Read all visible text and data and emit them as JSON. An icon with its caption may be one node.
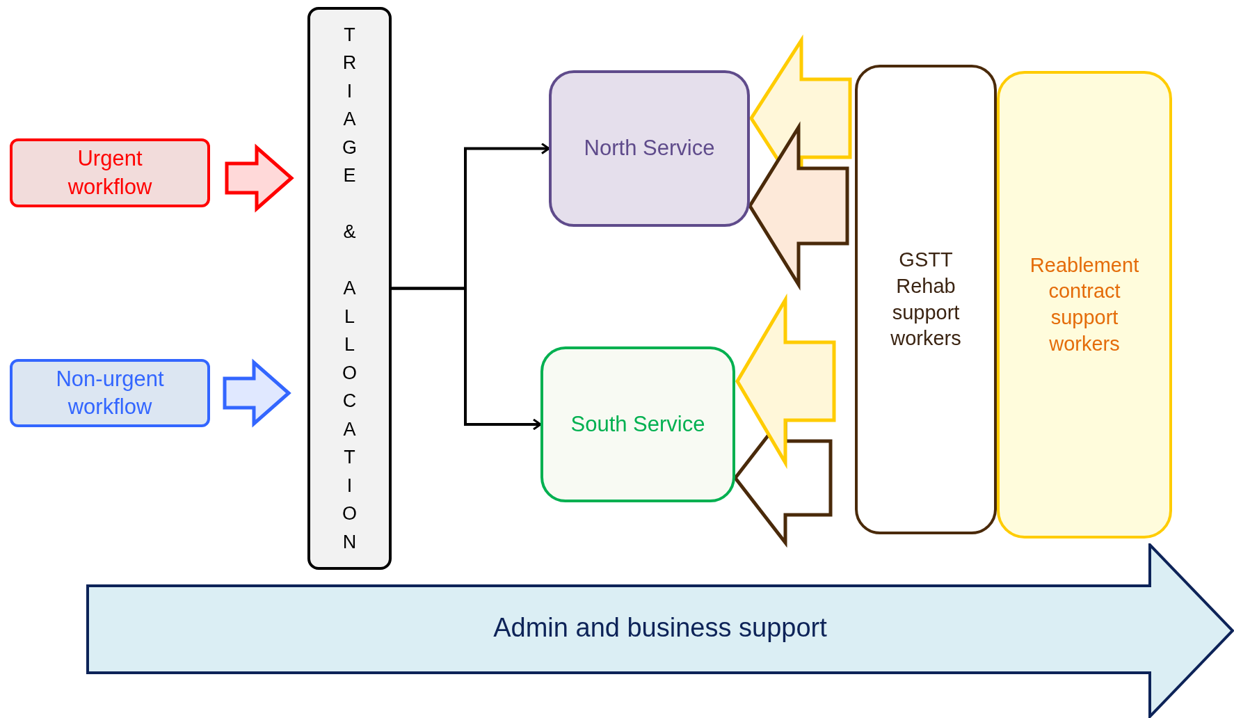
{
  "diagram": {
    "nodes": [
      {
        "text": [
          "Urgent workflow"
        ]
      },
      {
        "text": [
          "Non-urgent workflow"
        ]
      },
      {
        "text": [
          "TRIAGE & ALLOCATION"
        ]
      },
      {
        "text": [
          "North Service"
        ]
      },
      {
        "text": [
          "South Service"
        ]
      },
      {
        "text": [
          "GSTT Rehab support workers"
        ]
      },
      {
        "text": [
          "Reablement contract support workers"
        ]
      },
      {
        "text": [
          "Admin and business support"
        ]
      }
    ],
    "edges": [
      {
        "from": 0,
        "to": 2,
        "arrow": "to",
        "style": "thick",
        "color": "#ff0000"
      },
      {
        "from": 1,
        "to": 2,
        "arrow": "to",
        "style": "thick",
        "color": "#3366ff"
      },
      {
        "from": 2,
        "to": 3,
        "arrow": "to"
      },
      {
        "from": 2,
        "to": 4,
        "arrow": "to"
      },
      {
        "from": null,
        "to": 3,
        "arrow": "to",
        "style": "thick",
        "color": "#ffcc00"
      },
      {
        "from": 5,
        "to": 3,
        "arrow": "to",
        "style": "thick",
        "color": "#4a2a0a"
      },
      {
        "from": 5,
        "to": 4,
        "arrow": "to",
        "style": "thick",
        "color": "#4a2a0a"
      },
      {
        "from": null,
        "to": 4,
        "arrow": "to",
        "style": "thick",
        "color": "#ffcc00"
      }
    ]
  }
}
